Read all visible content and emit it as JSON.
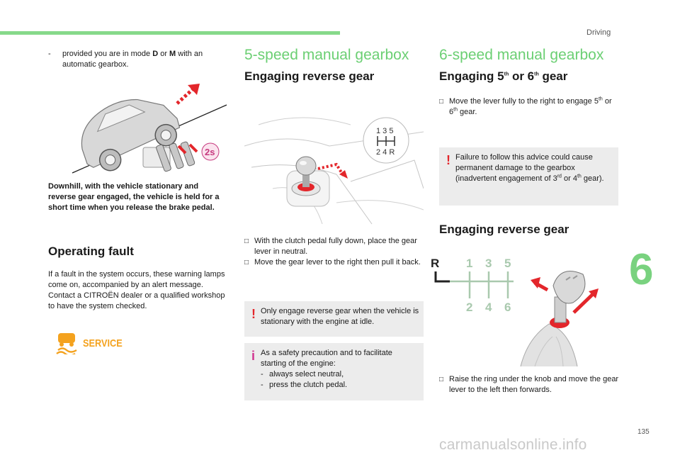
{
  "header": {
    "section": "Driving"
  },
  "chapter": "6",
  "page_number": "135",
  "watermark": "carmanualsonline.info",
  "left": {
    "intro_dash": "-",
    "intro_pre": "provided you are in mode ",
    "intro_d": "D",
    "intro_or": " or ",
    "intro_m": "M",
    "intro_post": " with an automatic gearbox.",
    "caption": "Downhill, with the vehicle stationary and reverse gear engaged, the vehicle is held for a short time when you release the brake pedal.",
    "hill_badge": "2s",
    "fault_heading": "Operating fault",
    "fault_text": "If a fault in the system occurs, these warning lamps come on, accompanied by an alert message. Contact a CITROËN dealer or a qualified workshop to have the system checked.",
    "service_label": "SERVICE"
  },
  "middle": {
    "title": "5-speed manual gearbox",
    "heading": "Engaging reverse gear",
    "pattern_top": "1 3 5",
    "pattern_bottom": "2 4 R",
    "steps": [
      "With the clutch pedal fully down, place the gear lever in neutral.",
      "Move the gear lever to the right then pull it back."
    ],
    "warning": "Only engage reverse gear when the vehicle is stationary with the engine at idle.",
    "info_intro": "As a safety precaution and to facilitate starting of the engine:",
    "info_items": [
      "always select neutral,",
      "press the clutch pedal."
    ]
  },
  "right": {
    "title": "6-speed manual gearbox",
    "heading1_pre": "Engaging 5",
    "heading1_sup1": "th",
    "heading1_mid": " or 6",
    "heading1_sup2": "th",
    "heading1_post": " gear",
    "step1_pre": "Move the lever fully to the right to engage 5",
    "step1_sup1": "th",
    "step1_mid": " or 6",
    "step1_sup2": "th",
    "step1_post": " gear.",
    "warning_pre": "Failure to follow this advice could cause permanent damage to the gearbox (inadvertent engagement of 3",
    "warning_sup1": "rd",
    "warning_mid": " or 4",
    "warning_sup2": "th",
    "warning_post": " gear).",
    "heading2": "Engaging reverse gear",
    "pattern_r": "R",
    "pattern_top": [
      "1",
      "3",
      "5"
    ],
    "pattern_bottom": [
      "2",
      "4",
      "6"
    ],
    "step2": "Raise the ring under the knob and move the gear lever to the left then forwards."
  },
  "colors": {
    "accent_green": "#6bcf73",
    "warning_red": "#e3262b",
    "info_magenta": "#d0328f",
    "service_orange": "#f4a21e",
    "box_grey": "#ececec"
  },
  "icons": [
    "checkbox-bullet-icon",
    "warning-exclamation-icon",
    "info-icon",
    "service-warning-lamp-icon"
  ]
}
